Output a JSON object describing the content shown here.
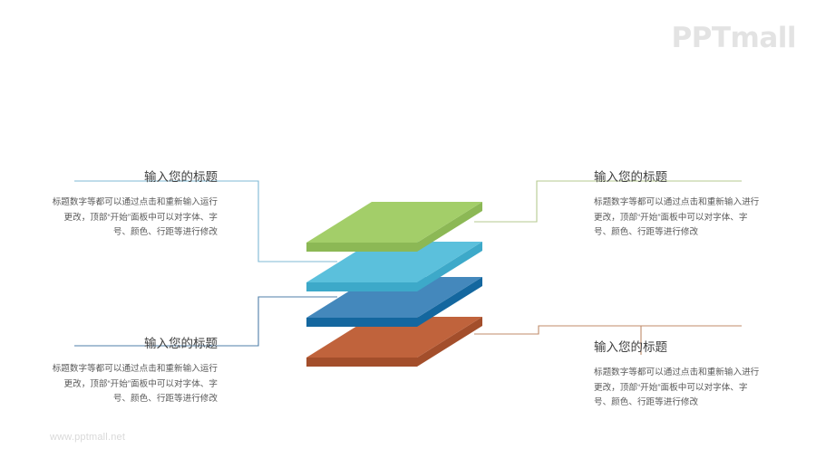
{
  "brand": {
    "logo_text": "PPTmall",
    "logo_color": "#e3e3e3",
    "watermark": "www.pptmall.net",
    "watermark_color": "#d9d9d9"
  },
  "background_color": "#ffffff",
  "callouts": [
    {
      "id": "top-left",
      "title": "输入您的标题",
      "body_lines": [
        "标题数字等都可以通过点击和重新输入运行",
        "更改，顶部“开始”面板中可以对字体、字",
        "号、颜色、行距等进行修改"
      ],
      "align": "right",
      "connector_color": "#7fb9d4",
      "linked_layer": "cyan"
    },
    {
      "id": "top-right",
      "title": "输入您的标题",
      "body_lines": [
        "标题数字等都可以通过点击和重新输入进行",
        "更改，顶部“开始”面板中可以对字体、字",
        "号、颜色、行距等进行修改"
      ],
      "align": "left",
      "connector_color": "#b5c98f",
      "linked_layer": "green"
    },
    {
      "id": "bottom-left",
      "title": "输入您的标题",
      "body_lines": [
        "标题数字等都可以通过点击和重新输入运行",
        "更改，顶部“开始”面板中可以对字体、字",
        "号、颜色、行距等进行修改"
      ],
      "align": "right",
      "connector_color": "#4f7fa8",
      "linked_layer": "blue"
    },
    {
      "id": "bottom-right",
      "title": "输入您的标题",
      "body_lines": [
        "标题数字等都可以通过点击和重新输入进行",
        "更改，顶部“开始”面板中可以对字体、字",
        "号、颜色、行距等进行修改"
      ],
      "align": "left",
      "connector_color": "#c08b6a",
      "linked_layer": "orange"
    }
  ],
  "diagram": {
    "type": "stacked-3d-layers",
    "layer_count": 4,
    "layers": [
      {
        "name": "green",
        "top_color": "#a3ce69",
        "side_color": "#8cb855",
        "front_color": "#97c35f"
      },
      {
        "name": "cyan",
        "top_color": "#5bc0dc",
        "side_color": "#3da9c9",
        "front_color": "#4cb4d3"
      },
      {
        "name": "blue",
        "top_color": "#4488bc",
        "side_color": "#14679f",
        "front_color": "#1b76bc"
      },
      {
        "name": "orange",
        "top_color": "#c0633c",
        "side_color": "#a34e2b",
        "front_color": "#b05632"
      }
    ]
  }
}
